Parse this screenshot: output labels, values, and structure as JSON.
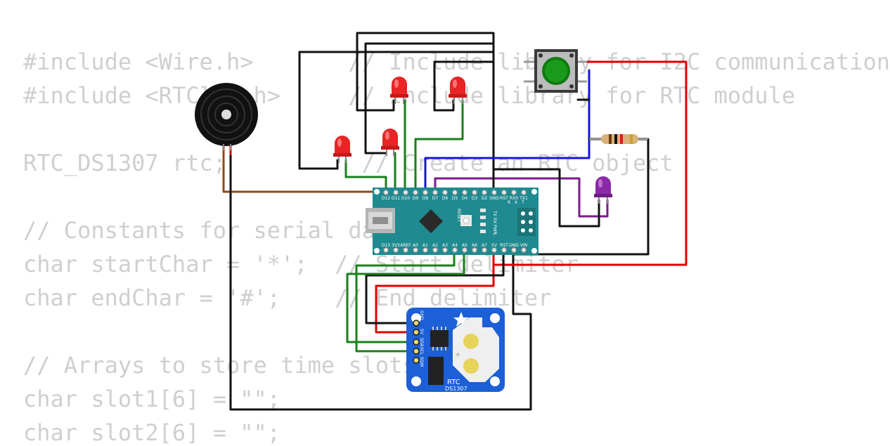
{
  "code": {
    "lines": [
      "#include <Wire.h>       // Include library for I2C communication",
      "#include <RTClib.h>     // Include library for RTC module",
      "",
      "RTC_DS1307 rtc;          // Create an RTC object",
      "",
      "// Constants for serial data",
      "char startChar = '*';  // Start delimiter",
      "char endChar = '#';    // End delimiter",
      "",
      "// Arrays to store time slots",
      "char slot1[6] = \"\";",
      "char slot2[6] = \"\";"
    ]
  },
  "arduino": {
    "top_pins": [
      "D12",
      "D11",
      "D10",
      "D9",
      "D8",
      "D7",
      "D6",
      "D5",
      "D4",
      "D3",
      "D2",
      "GND",
      "RST",
      "RX0",
      "TX1"
    ],
    "bottom_pins": [
      "D13",
      "3V3",
      "AREF",
      "A0",
      "A1",
      "A2",
      "A3",
      "A4",
      "A5",
      "A6",
      "A7",
      "5V",
      "RST",
      "GND",
      "VIN"
    ],
    "reset_label": "RESET",
    "led_labels": [
      "TX",
      "RX",
      "PWR",
      "L"
    ],
    "icsp_labels": [
      "R",
      "X",
      "T"
    ]
  },
  "rtc_module": {
    "name": "RTC",
    "chip": "DS1307",
    "pins": [
      "GND",
      "5V",
      "SDA",
      "SCL",
      "SQW"
    ]
  },
  "colors": {
    "wire_black": "#111111",
    "wire_green": "#1a7f1a",
    "wire_red": "#e00000",
    "wire_blue": "#1515d6",
    "wire_purple": "#7a1a8a",
    "wire_brown": "#8b4a1a",
    "led_red": "#e82424",
    "led_purple": "#8a2aa8",
    "board_teal": "#1f8a8f",
    "rtc_blue": "#1c5fd6",
    "button_green": "#1a9a1a"
  },
  "icons": {
    "buzzer": "buzzer-icon",
    "button": "pushbutton-icon",
    "resistor": "resistor-icon",
    "led": "led-icon",
    "star": "star-icon"
  }
}
